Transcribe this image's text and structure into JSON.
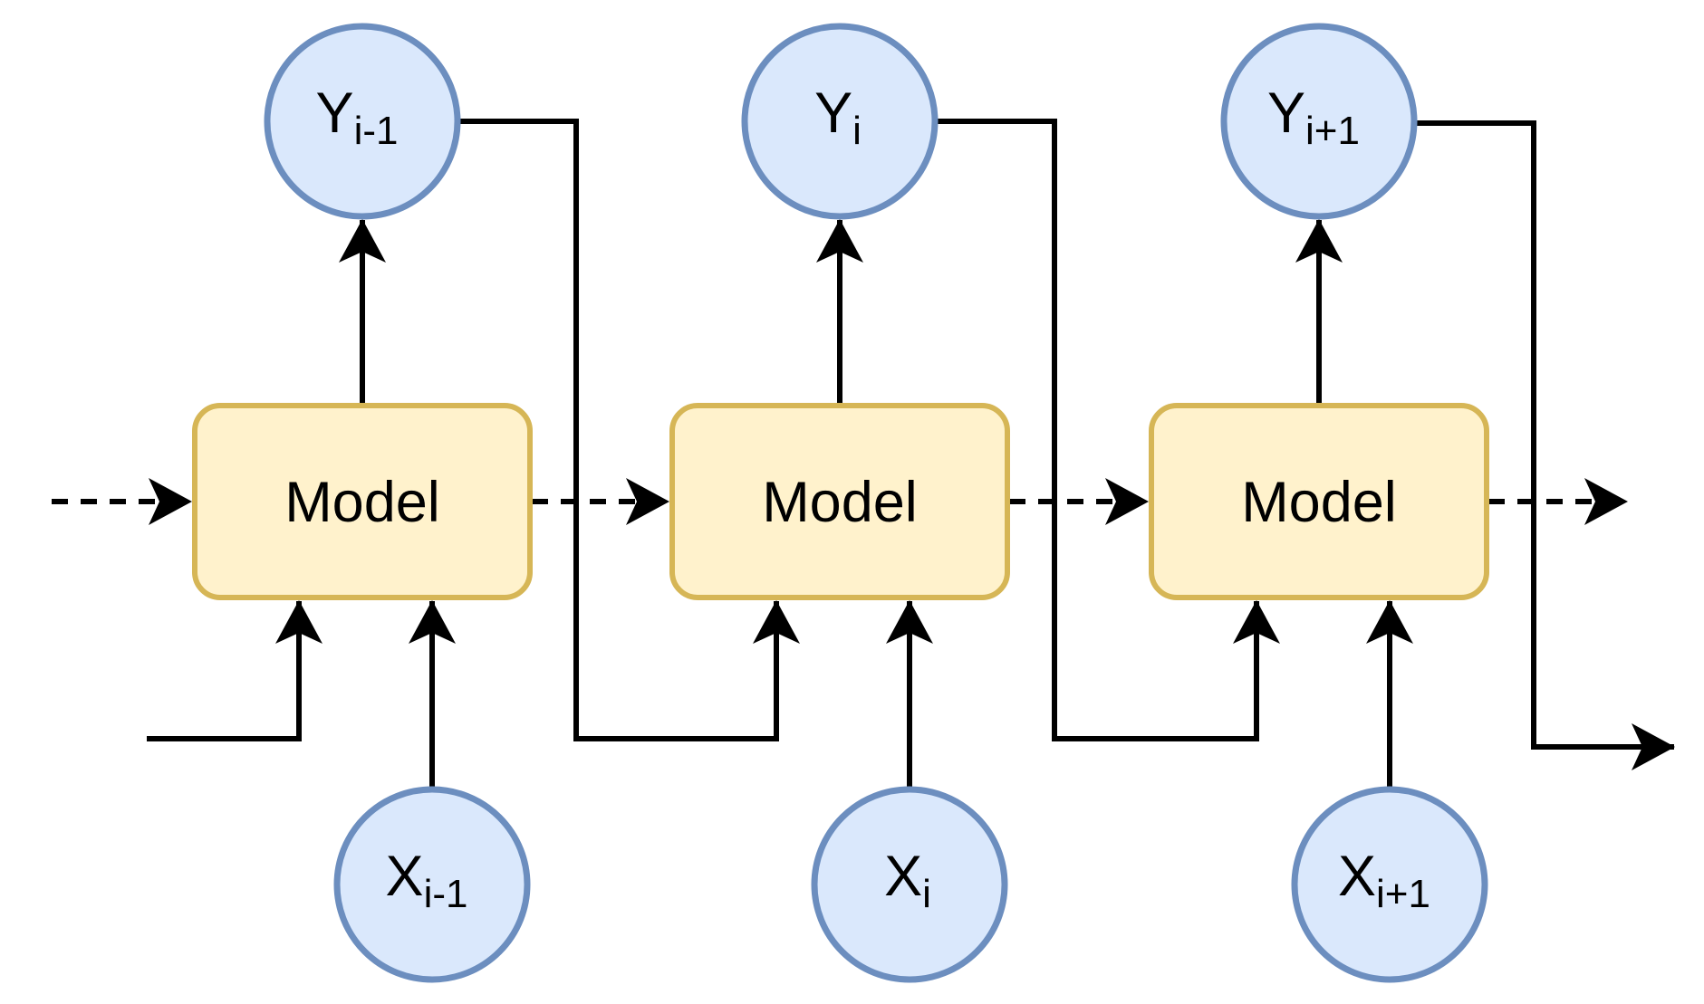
{
  "diagram": {
    "description": "Recurrent sequence model diagram with three timesteps",
    "models": [
      {
        "label": "Model"
      },
      {
        "label": "Model"
      },
      {
        "label": "Model"
      }
    ],
    "outputs": [
      {
        "main": "Y",
        "sub": "i-1"
      },
      {
        "main": "Y",
        "sub": "i"
      },
      {
        "main": "Y",
        "sub": "i+1"
      }
    ],
    "inputs": [
      {
        "main": "X",
        "sub": "i-1"
      },
      {
        "main": "X",
        "sub": "i"
      },
      {
        "main": "X",
        "sub": "i+1"
      }
    ],
    "colors": {
      "circle_fill": "#dae8fc",
      "circle_stroke": "#6c8ebf",
      "box_fill": "#fff2cc",
      "box_stroke": "#d6b656",
      "connector": "#000000",
      "background": "#ffffff"
    }
  }
}
